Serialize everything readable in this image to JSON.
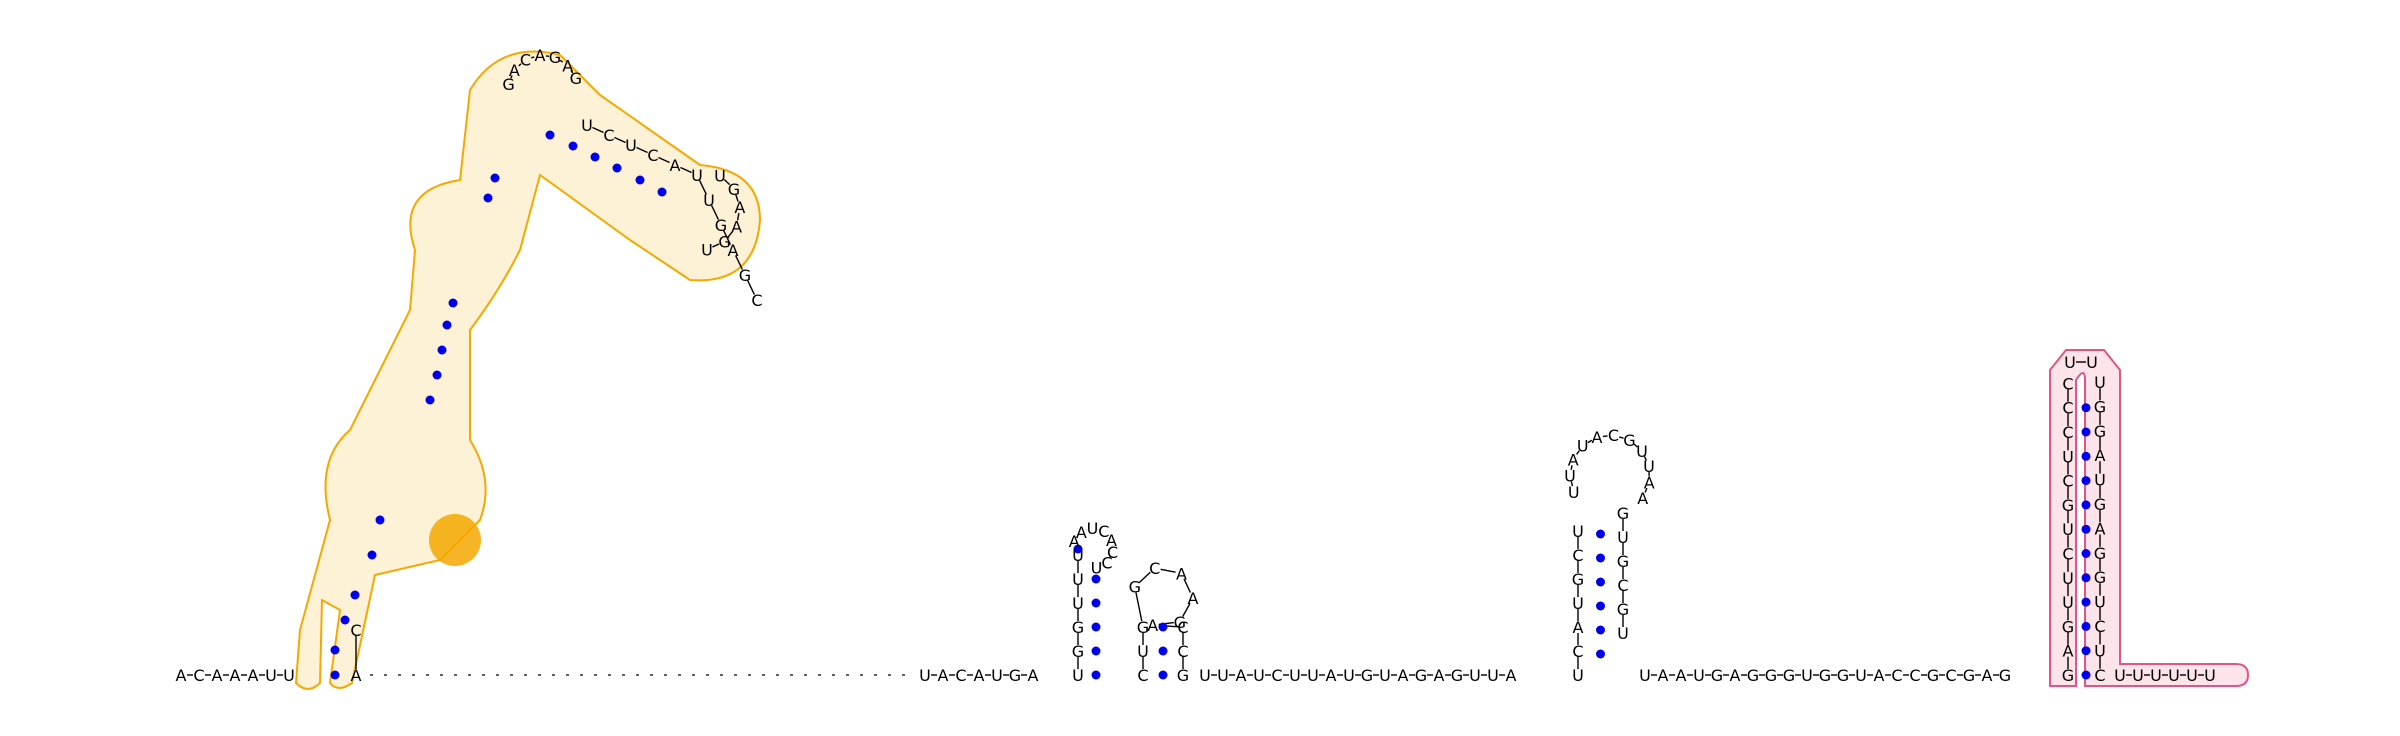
{
  "diagram": {
    "kind": "RNA secondary structure",
    "colors": {
      "nucleotide_text": "#000000",
      "base_pair_dot": "#0000ee",
      "domain_outline_orange": "#f5a800",
      "domain_fill_orange": "#fdf1d6",
      "domain_outline_pink": "#e05585",
      "domain_fill_pink": "#fde3ea"
    },
    "segments": [
      {
        "id": "leader",
        "sequence": "ACAAAUU"
      },
      {
        "id": "ua_ca_pair",
        "sequence": "CA"
      },
      {
        "id": "gap",
        "sequence": ""
      },
      {
        "id": "mid_run",
        "sequence": "UACAUGA"
      },
      {
        "id": "hairpin1_5",
        "sequence": "UGGUUU"
      },
      {
        "id": "hairpin1_loop",
        "sequence": "AAUCACCU"
      },
      {
        "id": "hairpin2",
        "sequence": "CUGGCAAGACCG"
      },
      {
        "id": "linker2",
        "sequence": "UUAUCUUAUGUAGAGUUA"
      },
      {
        "id": "hairpin3_5",
        "sequence": "UCAUGCU"
      },
      {
        "id": "hairpin3_loop",
        "sequence": "UUAUACGUUAA"
      },
      {
        "id": "hairpin3_3",
        "sequence": "GUGCGU"
      },
      {
        "id": "linker3",
        "sequence": "UAAUGAGGGUGGUACCGCGAG"
      },
      {
        "id": "terminator_5",
        "sequence": "GAGUUCUGCUCCC"
      },
      {
        "id": "terminator_loop",
        "sequence": "UU"
      },
      {
        "id": "terminator_3",
        "sequence": "UGGAUGAGGUCUC"
      },
      {
        "id": "tail",
        "sequence": "UUUUUU"
      },
      {
        "id": "stem_upper",
        "sequence": "GACAGAG"
      },
      {
        "id": "upper_arm",
        "sequence": "UCUCAUUGAGC"
      },
      {
        "id": "upper_loop",
        "sequence": "UGAAGU"
      }
    ]
  }
}
